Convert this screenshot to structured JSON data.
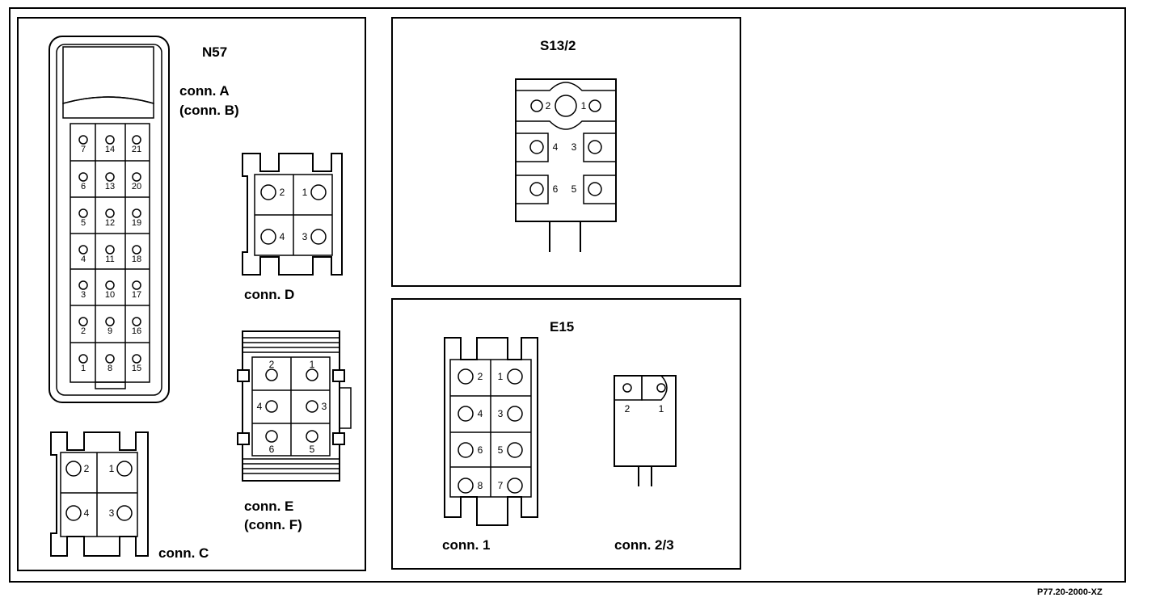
{
  "diagram_code": "P77.20-2000-XZ",
  "n57": {
    "title": "N57",
    "conn_ab": "conn. A\n(conn. B)",
    "conn_ab_line1": "conn. A",
    "conn_ab_line2": "(conn. B)",
    "conn_c": "conn. C",
    "conn_d": "conn. D",
    "conn_e_line1": "conn. E",
    "conn_e_line2": "(conn. F)",
    "pins_col1": [
      "7",
      "6",
      "5",
      "4",
      "3",
      "2",
      "1"
    ],
    "pins_col2": [
      "14",
      "13",
      "12",
      "11",
      "10",
      "9",
      "8"
    ],
    "pins_col3": [
      "21",
      "20",
      "19",
      "18",
      "17",
      "16",
      "15"
    ],
    "conn_c_pins": [
      "2",
      "1",
      "4",
      "3"
    ],
    "conn_d_pins": [
      "2",
      "1",
      "4",
      "3"
    ],
    "conn_e_pins": [
      "2",
      "1",
      "4",
      "3",
      "6",
      "5"
    ]
  },
  "s13_2": {
    "title": "S13/2",
    "pins": [
      "2",
      "1",
      "4",
      "3",
      "6",
      "5"
    ]
  },
  "e15": {
    "title": "E15",
    "conn_1": "conn. 1",
    "conn_23": "conn. 2/3",
    "conn_1_pins": [
      "2",
      "1",
      "4",
      "3",
      "6",
      "5",
      "8",
      "7"
    ],
    "conn_23_pins": [
      "2",
      "1"
    ]
  }
}
